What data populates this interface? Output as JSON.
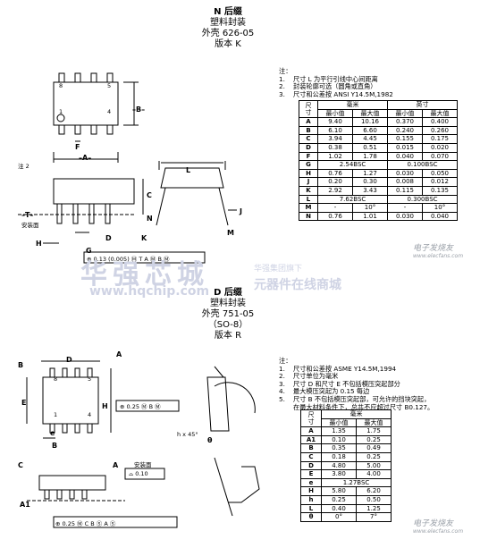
{
  "section_n": {
    "line1": "N 后缀",
    "line2": "塑料封装",
    "line3": "外壳 626-05",
    "line4": "版本 K"
  },
  "section_n_notes": {
    "heading": "注：",
    "items": [
      {
        "num": "1.",
        "text": "尺寸 L 为平行引线中心间距离"
      },
      {
        "num": "2.",
        "text": "封装轮廓可选（圆角或直角）"
      },
      {
        "num": "3.",
        "text": "尺寸和公差按 ANSI Y14.5M,1982"
      }
    ]
  },
  "table_n": {
    "col_dim": "尺\n寸",
    "group_mm": "毫米",
    "group_in": "英寸",
    "min": "最小值",
    "max": "最大值",
    "rows": [
      [
        "A",
        "9.40",
        "10.16",
        "0.370",
        "0.400"
      ],
      [
        "B",
        "6.10",
        "6.60",
        "0.240",
        "0.260"
      ],
      [
        "C",
        "3.94",
        "4.45",
        "0.155",
        "0.175"
      ],
      [
        "D",
        "0.38",
        "0.51",
        "0.015",
        "0.020"
      ],
      [
        "F",
        "1.02",
        "1.78",
        "0.040",
        "0.070"
      ],
      [
        "G",
        "2.54BSC",
        "",
        "0.100BSC",
        ""
      ],
      [
        "H",
        "0.76",
        "1.27",
        "0.030",
        "0.050"
      ],
      [
        "J",
        "0.20",
        "0.30",
        "0.008",
        "0.012"
      ],
      [
        "K",
        "2.92",
        "3.43",
        "0.115",
        "0.135"
      ],
      [
        "L",
        "7.62BSC",
        "",
        "0.300BSC",
        ""
      ],
      [
        "M",
        "-",
        "10°",
        "-",
        "10°"
      ],
      [
        "N",
        "0.76",
        "1.01",
        "0.030",
        "0.040"
      ]
    ]
  },
  "drawing_n": {
    "pin8": "8",
    "pin5": "5",
    "pin1": "1",
    "pin4": "4",
    "b_label": "–B–",
    "a_label": "–A–",
    "t_label": "–T–",
    "f_label": "F",
    "note2": "注 2",
    "mount_plane": "安装面",
    "L": "L",
    "C": "C",
    "N": "N",
    "J": "J",
    "M": "M",
    "H": "H",
    "G": "G",
    "D": "D",
    "K": "K",
    "tol_frame": "⊕ 0.13 (0.005) Ⓜ T A Ⓜ B Ⓜ"
  },
  "watermark": {
    "brand": "华强芯城",
    "url": "www.hqchip.com",
    "sub1": "华强集团旗下",
    "sub2": "元器件在线商城",
    "right1": "电子发烧友",
    "right1_url": "www.elecfans.com",
    "right2": "电子发烧友",
    "right2_url": "www.elecfans.com"
  },
  "section_d": {
    "line1": "D 后缀",
    "line2": "塑料封装",
    "line3": "外壳 751-05",
    "line4": "（SO-8）",
    "line5": "版本 R"
  },
  "section_d_notes": {
    "heading": "注：",
    "items": [
      {
        "num": "1.",
        "text": "尺寸和公差按 ASME Y14.5M,1994"
      },
      {
        "num": "2.",
        "text": "尺寸单位为毫米"
      },
      {
        "num": "3.",
        "text": "尺寸 D 和尺寸 E 不包括模压突起部分"
      },
      {
        "num": "4.",
        "text": "最大模压突起为 0.15 每边"
      },
      {
        "num": "5.",
        "text": "尺寸 B 不包括模压突起部，可允许的挡块突起，"
      },
      {
        "num": "",
        "text": "在最大材料条件下，总共不应超过尺寸 B0.127。"
      }
    ]
  },
  "table_d": {
    "col_dim": "尺\n寸",
    "group_mm": "毫米",
    "min": "最小值",
    "max": "最大值",
    "rows": [
      [
        "A",
        "1.35",
        "1.75"
      ],
      [
        "A1",
        "0.10",
        "0.25"
      ],
      [
        "B",
        "0.35",
        "0.49"
      ],
      [
        "C",
        "0.18",
        "0.25"
      ],
      [
        "D",
        "4.80",
        "5.00"
      ],
      [
        "E",
        "3.80",
        "4.00"
      ],
      [
        "e",
        "1.27BSC",
        ""
      ],
      [
        "H",
        "5.80",
        "6.20"
      ],
      [
        "h",
        "0.25",
        "0.50"
      ],
      [
        "L",
        "0.40",
        "1.25"
      ],
      [
        "θ",
        "0°",
        "7°"
      ]
    ]
  },
  "drawing_d": {
    "A_top": "A",
    "B_top": "B",
    "D": "D",
    "E": "E",
    "H": "H",
    "e": "e",
    "B": "B",
    "A_side": "A",
    "A1": "A1",
    "C": "C",
    "pin8": "8",
    "pin5": "5",
    "pin1": "1",
    "pin4": "4",
    "h45": "h x 45°",
    "theta": "θ",
    "mount_plane": "安装面",
    "tol1": "⊕ 0.25 Ⓜ B Ⓜ",
    "tol2": "⌓ 0.10",
    "tol3": "⊕ 0.25 Ⓜ C B Ⓢ A Ⓢ"
  }
}
